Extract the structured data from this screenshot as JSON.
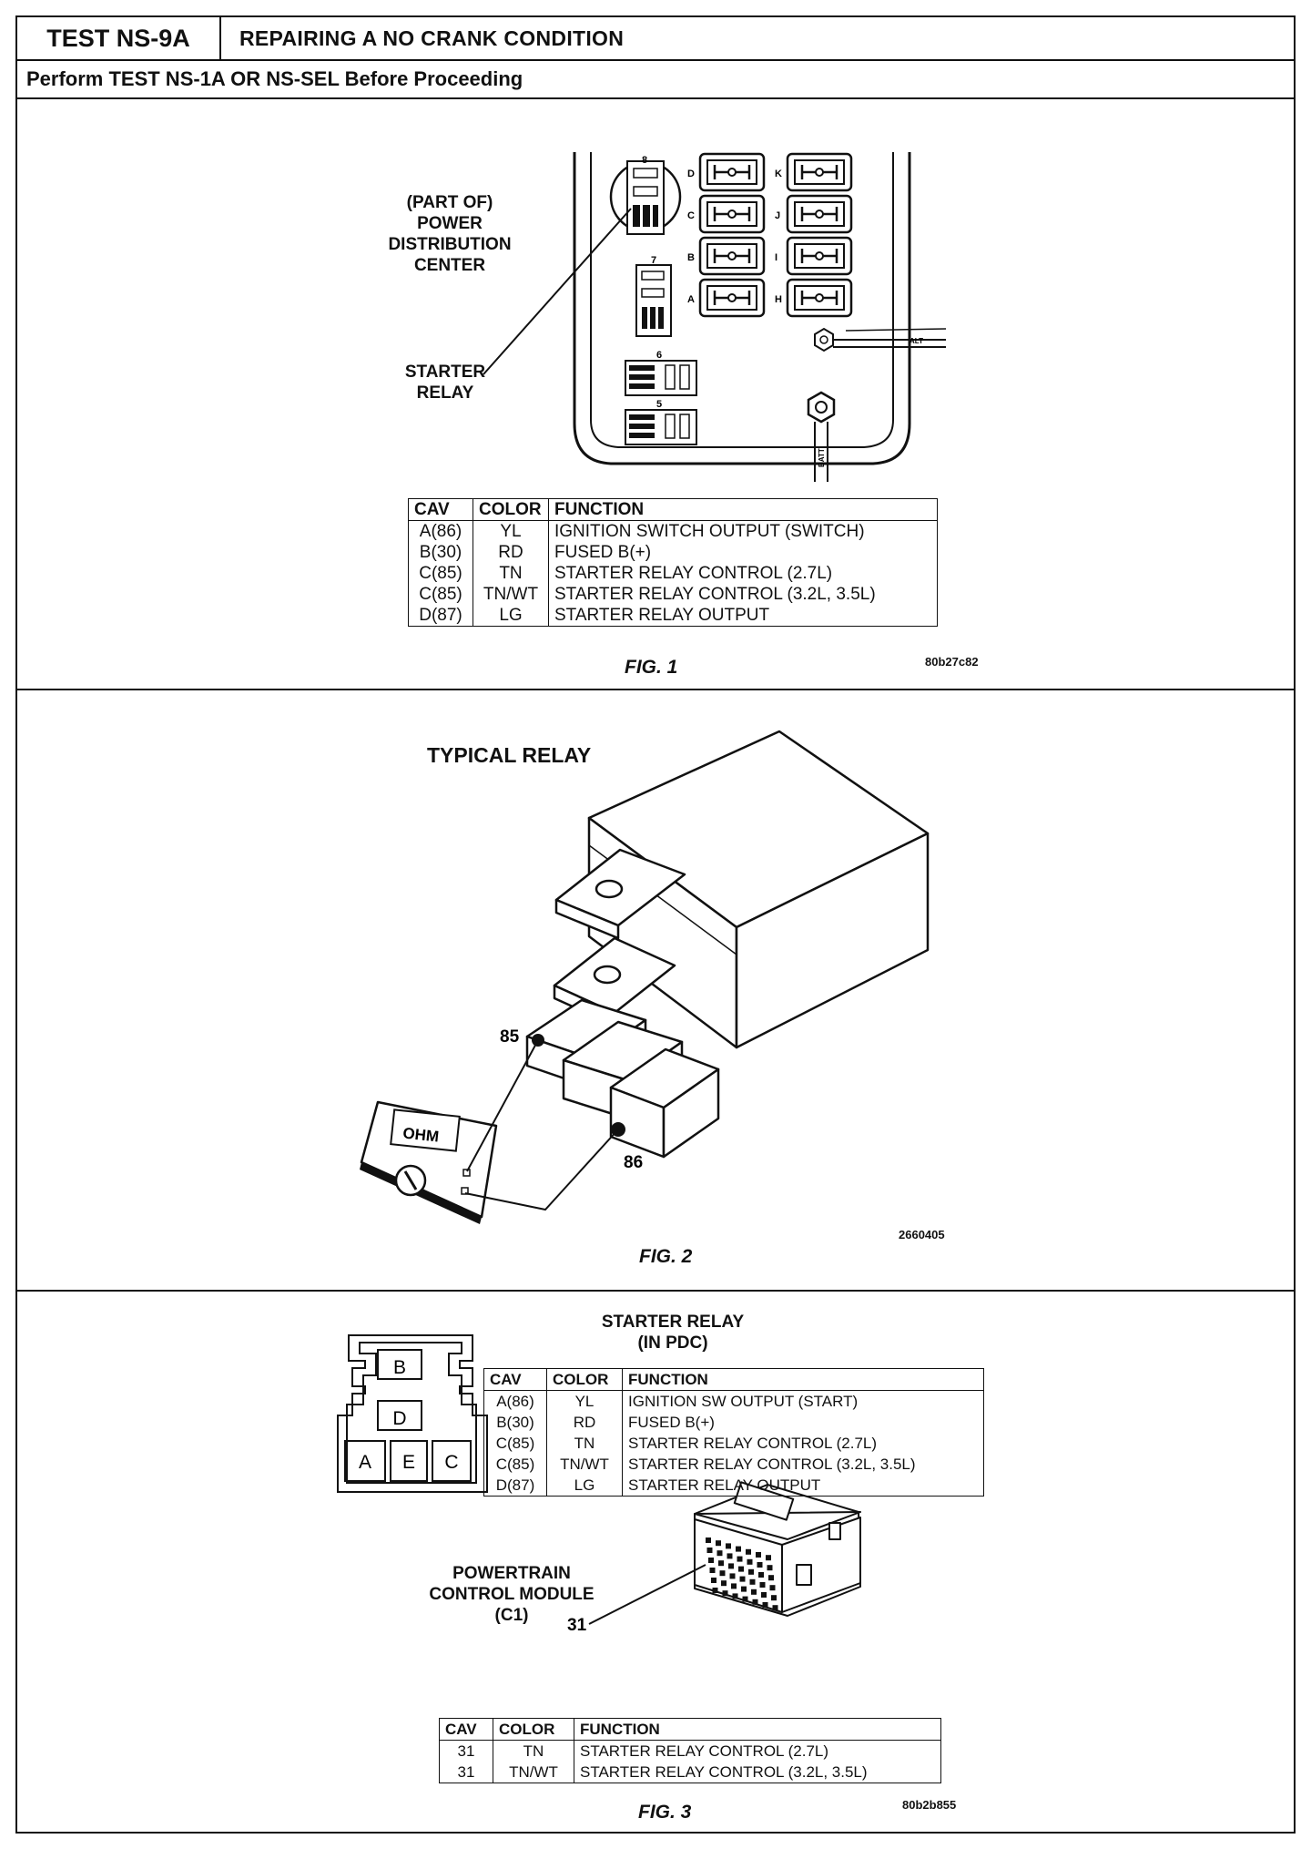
{
  "header": {
    "test_id": "TEST NS-9A",
    "test_title": "REPAIRING A NO CRANK CONDITION",
    "subheader": "Perform TEST NS-1A OR NS-SEL Before Proceeding"
  },
  "fig1": {
    "label_pdc": [
      "(PART OF)",
      "POWER",
      "DISTRIBUTION",
      "CENTER"
    ],
    "label_relay": [
      "STARTER",
      "RELAY"
    ],
    "slot_letters_left": [
      "D",
      "C",
      "B",
      "A"
    ],
    "slot_letters_right": [
      "K",
      "J",
      "I",
      "H"
    ],
    "numbers": [
      "8",
      "7",
      "6",
      "5"
    ],
    "alt_label": "ALT",
    "batt_label": "BATT",
    "table": {
      "headers": [
        "CAV",
        "COLOR",
        "FUNCTION"
      ],
      "rows": [
        [
          "A(86)",
          "YL",
          "IGNITION SWITCH OUTPUT (SWITCH)"
        ],
        [
          "B(30)",
          "RD",
          "FUSED B(+)"
        ],
        [
          "C(85)",
          "TN",
          "STARTER RELAY CONTROL (2.7L)"
        ],
        [
          "C(85)",
          "TN/WT",
          "STARTER RELAY CONTROL (3.2L, 3.5L)"
        ],
        [
          "D(87)",
          "LG",
          "STARTER RELAY OUTPUT"
        ]
      ]
    },
    "caption": "FIG. 1",
    "code": "80b27c82"
  },
  "fig2": {
    "title": "TYPICAL RELAY",
    "meter_display": "OHM",
    "pin_85": "85",
    "pin_86": "86",
    "caption": "FIG. 2",
    "code": "2660405"
  },
  "fig3": {
    "title": [
      "STARTER RELAY",
      "(IN PDC)"
    ],
    "cavities": [
      "B",
      "D",
      "A",
      "E",
      "C"
    ],
    "table": {
      "headers": [
        "CAV",
        "COLOR",
        "FUNCTION"
      ],
      "rows": [
        [
          "A(86)",
          "YL",
          "IGNITION SW OUTPUT (START)"
        ],
        [
          "B(30)",
          "RD",
          "FUSED B(+)"
        ],
        [
          "C(85)",
          "TN",
          "STARTER RELAY CONTROL (2.7L)"
        ],
        [
          "C(85)",
          "TN/WT",
          "STARTER RELAY CONTROL (3.2L, 3.5L)"
        ],
        [
          "D(87)",
          "LG",
          "STARTER RELAY OUTPUT"
        ]
      ]
    },
    "pcm_label": [
      "POWERTRAIN",
      "CONTROL MODULE",
      "(C1)"
    ],
    "pin_label": "31",
    "pcm_table": {
      "headers": [
        "CAV",
        "COLOR",
        "FUNCTION"
      ],
      "rows": [
        [
          "31",
          "TN",
          "STARTER RELAY CONTROL (2.7L)"
        ],
        [
          "31",
          "TN/WT",
          "STARTER RELAY CONTROL (3.2L, 3.5L)"
        ]
      ]
    },
    "caption": "FIG. 3",
    "code": "80b2b855"
  }
}
